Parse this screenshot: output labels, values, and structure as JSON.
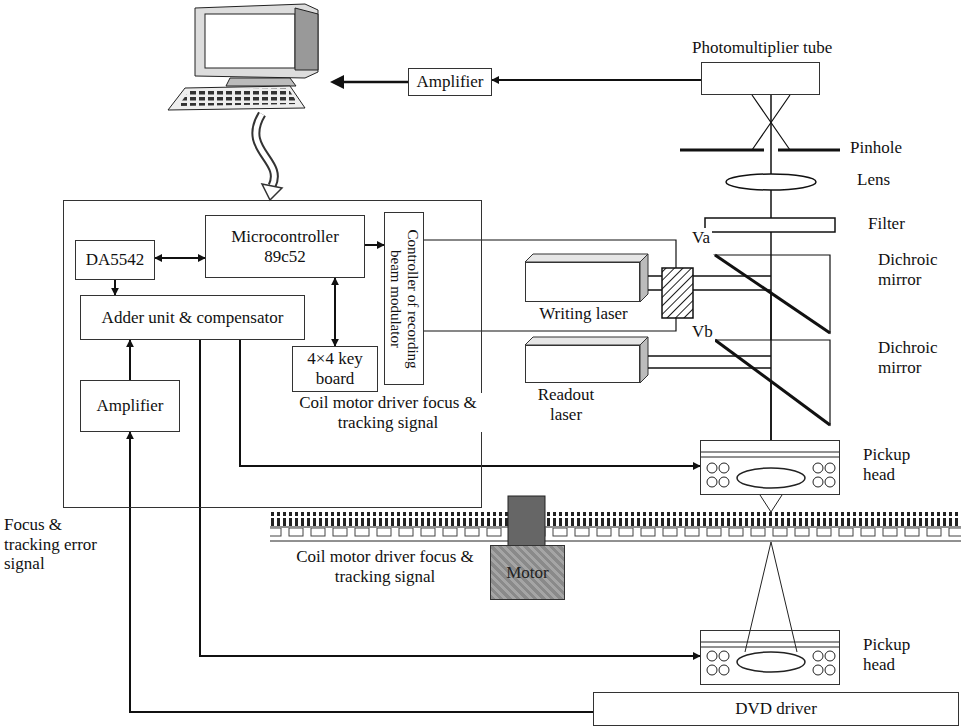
{
  "diagram": {
    "nodes": [
      {
        "text": []
      },
      {
        "text": [
          "DA5542"
        ],
        "in": 0
      },
      {
        "text": [
          "Microcontroller 89c52"
        ],
        "in": 0
      },
      {
        "text": [
          "Controller of recording beam modulator"
        ],
        "in": 0
      },
      {
        "text": [
          "Adder unit & compensator"
        ],
        "in": 0
      },
      {
        "text": [
          "4×4 key board"
        ],
        "in": 0
      },
      {
        "text": [
          "Amplifier"
        ],
        "in": 0
      },
      {
        "text": [
          "Amplifier"
        ]
      },
      {
        "text": [
          "Photomultiplier tube"
        ]
      },
      {
        "text": [
          "Writing laser"
        ]
      },
      {
        "text": [
          "Readout laser"
        ]
      },
      {
        "text": [
          "Pickup head"
        ]
      },
      {
        "text": [
          "Pickup head"
        ]
      },
      {
        "text": [
          "DVD driver"
        ]
      },
      {
        "text": [
          "Motor"
        ]
      }
    ],
    "edges": [
      {
        "from": 8,
        "to": 7,
        "arrow": "to"
      },
      {
        "from": 2,
        "to": 1,
        "arrow": "both"
      },
      {
        "from": 2,
        "to": 3,
        "arrow": "to"
      },
      {
        "from": 2,
        "to": 5,
        "arrow": "both"
      },
      {
        "from": 1,
        "to": 4,
        "arrow": "to"
      },
      {
        "from": 6,
        "to": 4,
        "arrow": "to"
      },
      {
        "from": 4,
        "to": 11,
        "arrow": "to",
        "label": "Coil motor driver focus & tracking signal"
      },
      {
        "from": 4,
        "to": 12,
        "arrow": "to",
        "label": "Coil motor driver focus & tracking signal"
      },
      {
        "from": 13,
        "to": 6,
        "arrow": "to",
        "label": "Focus & tracking error signal"
      }
    ],
    "labels": [
      "Pinhole",
      "Lens",
      "Filter",
      "Dichroic mirror",
      "Dichroic mirror",
      "Va",
      "Vb"
    ]
  }
}
